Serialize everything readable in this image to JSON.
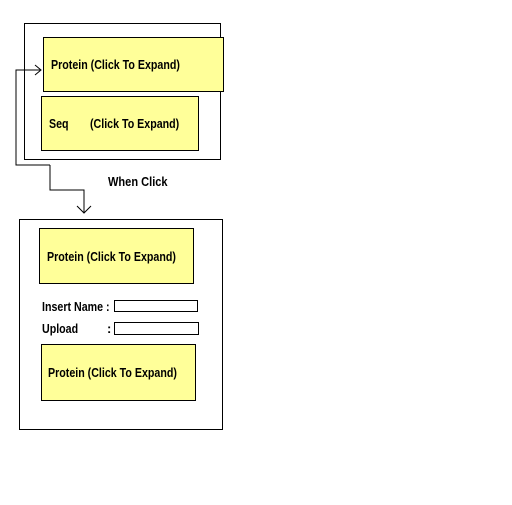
{
  "before": {
    "panel_protein": "Protein (Click To Expand)",
    "panel_seq_name": "Seq",
    "panel_seq_action": "(Click To Expand)"
  },
  "transition": {
    "label": "When Click"
  },
  "after": {
    "panel_protein_top": "Protein (Click To Expand)",
    "insert_name_label": "Insert Name :",
    "upload_label": "Upload",
    "upload_colon": ":",
    "insert_name_value": "",
    "upload_value": "",
    "panel_protein_bottom": "Protein (Click To Expand)"
  },
  "colors": {
    "panel_fill": "#ffff99",
    "border": "#000000"
  }
}
